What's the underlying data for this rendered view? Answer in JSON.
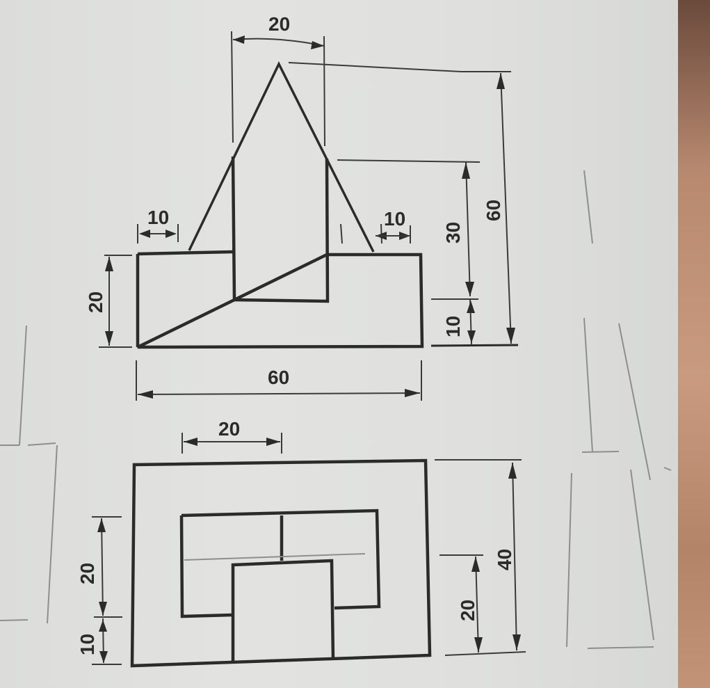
{
  "drawing": {
    "type": "orthographic projection (engineering drawing photo)",
    "units": "mm",
    "front_view": {
      "dimensions": {
        "top_width": "20",
        "total_height": "60",
        "upper_height": "30",
        "lower_offset": "10",
        "left_step": "10",
        "right_step": "10",
        "base_height": "20",
        "base_width": "60"
      }
    },
    "top_view": {
      "dimensions": {
        "inner_width": "20",
        "total_depth": "40",
        "inner_height": "20",
        "left_inner": "20",
        "left_offset": "10"
      }
    }
  },
  "colors": {
    "paper": "#e0e1df",
    "ink": "#2b2b2b",
    "pencil": "#8d8f8e",
    "background": "#c9a48a"
  }
}
